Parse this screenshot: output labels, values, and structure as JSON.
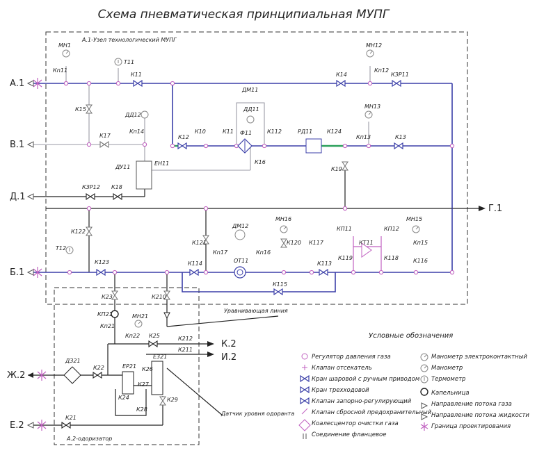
{
  "title": "Схема пневматическая принципиальная МУПГ",
  "units": {
    "a1": "А.1-Узел технологический МУПГ",
    "a2": "А.2-одоризатор"
  },
  "ports": {
    "a1": "А.1",
    "b1": "Б.1",
    "v1": "В.1",
    "g1": "Г.1",
    "d1": "Д.1",
    "e2": "Е.2",
    "zh2": "Ж.2",
    "k2": "К.2",
    "i2": "И.2"
  },
  "labels": {
    "mn11": "МН1",
    "kp11": "Кп11",
    "t11": "Т11",
    "k11": "К11",
    "k15": "К15",
    "dd12": "ДД12",
    "kp14": "Кп14",
    "k17": "К17",
    "du11": "ДУ11",
    "en11": "ЕН11",
    "kzr12": "КЗР12",
    "k18": "К18",
    "dm11": "ДМ11",
    "dd11": "ДД11",
    "k12": "К12",
    "k10": "К10",
    "k11b": "К11",
    "f11": "Ф11",
    "k112": "К112",
    "k16": "К16",
    "rd11": "РД11",
    "k124": "К124",
    "mn13": "МН13",
    "kn13": "Кп13",
    "k13": "К13",
    "k19": "К19",
    "mn12": "МН12",
    "k14": "К14",
    "kp12": "Кп12",
    "kzr11": "КЗР11",
    "k122": "К122",
    "t12": "Т12",
    "k123": "К123",
    "dm12": "ДМ12",
    "k121": "К121",
    "kp17": "Кп17",
    "kp16": "Кп16",
    "ot11": "ОТ11",
    "k114": "К114",
    "mn16": "МН16",
    "k120": "К120",
    "k117": "К117",
    "k113": "К113",
    "kp11b": "КП11",
    "kt11": "КТ11",
    "kp12b": "КП12",
    "k119": "К119",
    "k118": "К118",
    "mn15": "МН15",
    "kp15": "Кп15",
    "k116": "К116",
    "k115": "К115",
    "k23": "К23",
    "k210": "К210",
    "kp21": "КП21",
    "kp21b": "Кп21",
    "mn21": "МН21",
    "kp22": "Кп22",
    "k25": "К25",
    "k212": "К212",
    "k211": "К211",
    "dz21": "ДЗ21",
    "k22": "К22",
    "er21": "ЕР21",
    "k26": "К26",
    "e321": "Е321",
    "k27": "К27",
    "k24": "К24",
    "k28": "К28",
    "k29": "К29",
    "k21": "К21"
  },
  "annotations": {
    "level_line": "Уравнивающая линия",
    "level_sensor": "Датчик уровня одоранта"
  },
  "legend": {
    "title": "Условные обозначения",
    "left": [
      "Регулятор давления газа",
      "Клапан отсекатель",
      "Кран шаровой с ручным приводом",
      "Кран трехходовой",
      "Клапан запорно-регулирующий",
      "Клапан сбросной предохранительный",
      "Коалесцентор очистки газа",
      "Соединение фланцевое"
    ],
    "right": [
      "Манометр электроконтактный",
      "Манометр",
      "Термометр",
      "Капельница",
      "Направление потока газа",
      "Направление потока жидкости",
      "Граница проектирования"
    ]
  },
  "colors": {
    "gas_line": "#3b3fa8",
    "aux_line": "#9a9aa6",
    "main_line": "#222222",
    "node": "#c060c0",
    "filter_line": "#2aa05a"
  }
}
